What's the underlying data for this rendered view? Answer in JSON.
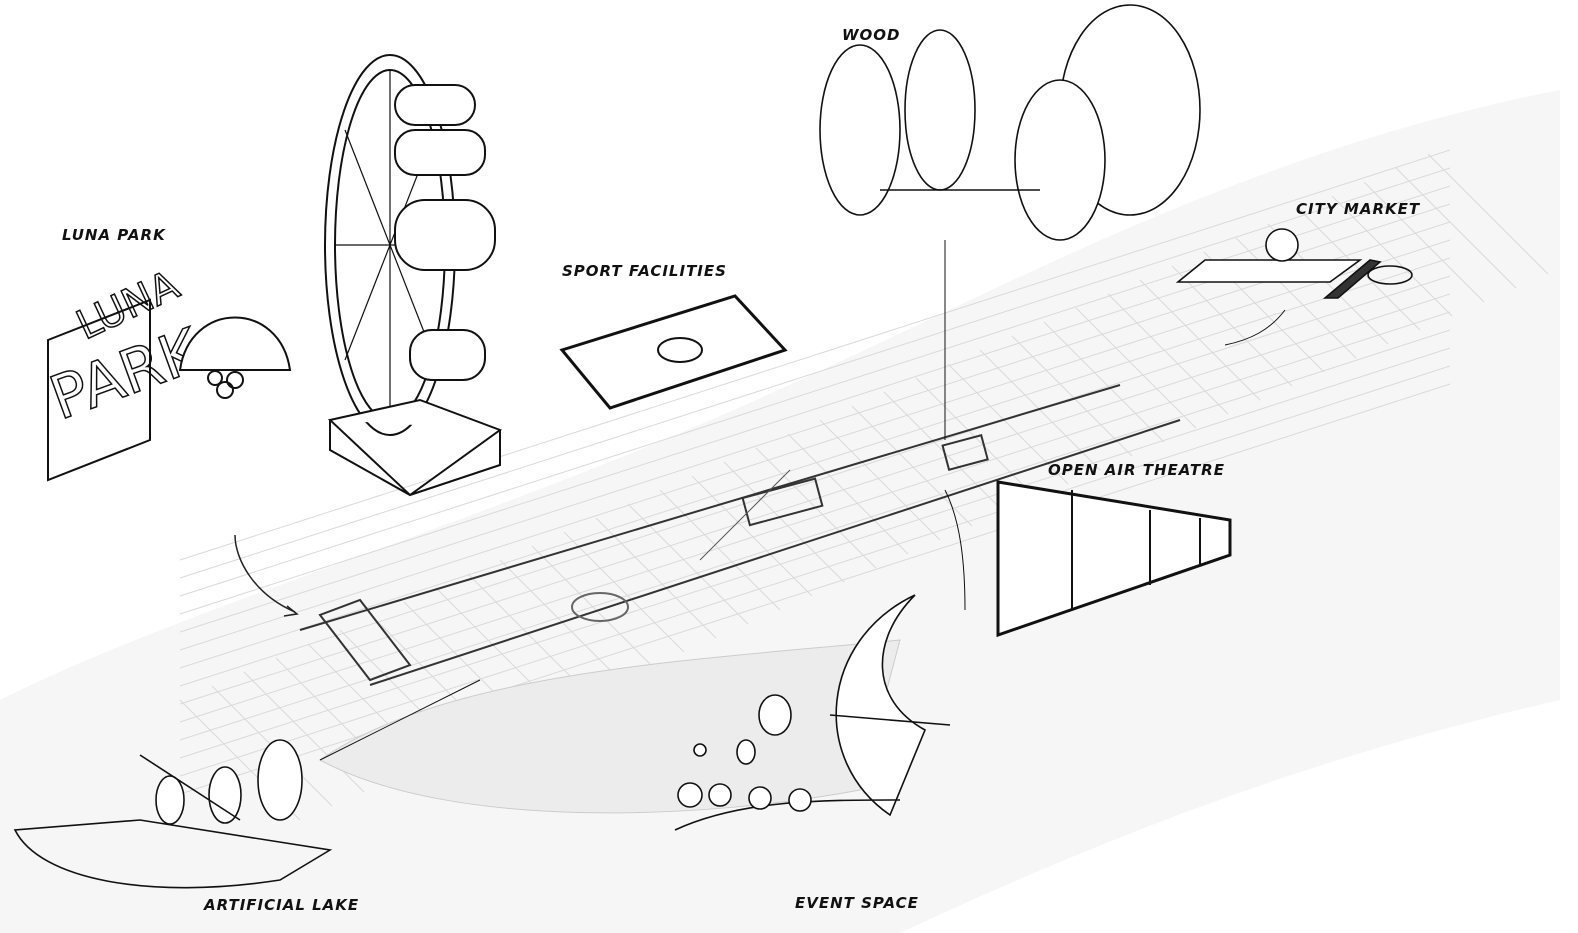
{
  "labels": {
    "luna_park": "LUNA PARK",
    "sport_facilities": "SPORT FACILITIES",
    "wood": "WOOD",
    "city_market": "CITY MARKET",
    "open_air_theatre": "OPEN AIR THEATRE",
    "artificial_lake": "ARTIFICIAL LAKE",
    "event_space": "EVENT SPACE"
  },
  "sign_lettering": "LUNA PARK",
  "colors": {
    "ink": "#111111",
    "map": "#cfcfcf"
  }
}
